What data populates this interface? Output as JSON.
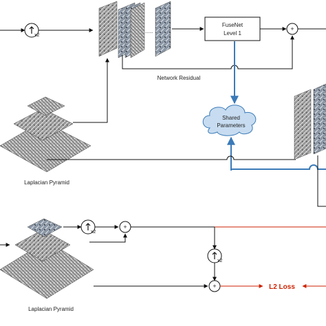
{
  "fusenet": {
    "line1": "FuseNet",
    "line2": "Level 1"
  },
  "network_residual": "Network Residual",
  "shared_parameters": {
    "line1": "Shared",
    "line2": "Parameters"
  },
  "pyramid_top": "Laplacian Pyramid",
  "pyramid_bottom": "Laplacian Pyramid",
  "upsample_label": "x2",
  "plus_symbol": "+",
  "l2_loss": "L2 Loss",
  "ellipsis": "......",
  "colors": {
    "shared_link": "#3a7ab8",
    "loss_line": "#cc2200",
    "cloud_fill": "#c7dcf0",
    "cloud_stroke": "#3a7ab8",
    "wire": "#111111"
  }
}
